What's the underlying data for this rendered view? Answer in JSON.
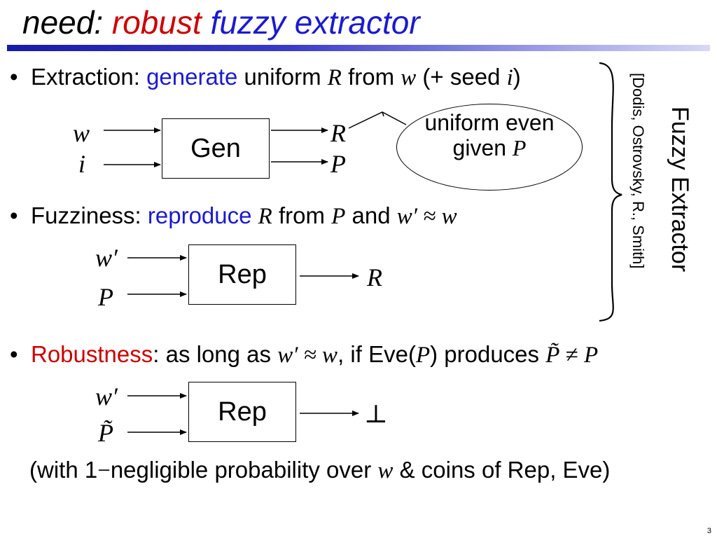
{
  "title": {
    "part1": "need: ",
    "part2": "robust",
    "part3": " fuzzy extractor"
  },
  "bullets": {
    "extraction": {
      "label": "Extraction: ",
      "verb": "generate",
      "rest1": " uniform ",
      "R": "R",
      "rest2": " from ",
      "w": "w",
      "rest3": " (+ seed ",
      "i": "i",
      "rest4": ")"
    },
    "fuzziness": {
      "label": "Fuzziness: ",
      "verb": "reproduce",
      "R": "R",
      "rest1": " from ",
      "P": "P",
      "rest2": " and ",
      "w2": "w′ ≈ w"
    },
    "robustness": {
      "label": "Robustness",
      "rest1": ": as long as ",
      "w2": "w′ ≈ w",
      "rest2": ", if Eve(",
      "P": "P",
      "rest3": ") produces ",
      "Ptilde": "P̃",
      "neq": " ≠ ",
      "P2": "P"
    }
  },
  "gen_diagram": {
    "box_label": "Gen",
    "in1": "w",
    "in2": "i",
    "out1": "R",
    "out2": "P"
  },
  "callout": {
    "line1": "uniform even",
    "line2": "given ",
    "P": "P"
  },
  "rep_diagram_1": {
    "box_label": "Rep",
    "in1": "w′",
    "in2": "P",
    "out": "R"
  },
  "rep_diagram_2": {
    "box_label": "Rep",
    "in1": "w′",
    "in2": "P̃",
    "out": "⊥"
  },
  "brace_label": {
    "name": "Fuzzy Extractor",
    "citation": "[Dodis, Ostrovsky, R., Smith]"
  },
  "footnote": {
    "part1": "(with 1",
    "dash": "−",
    "part2": "negligible probability over ",
    "w": "w",
    "part3": " & coins of Rep, Eve)"
  },
  "page_number": "3"
}
